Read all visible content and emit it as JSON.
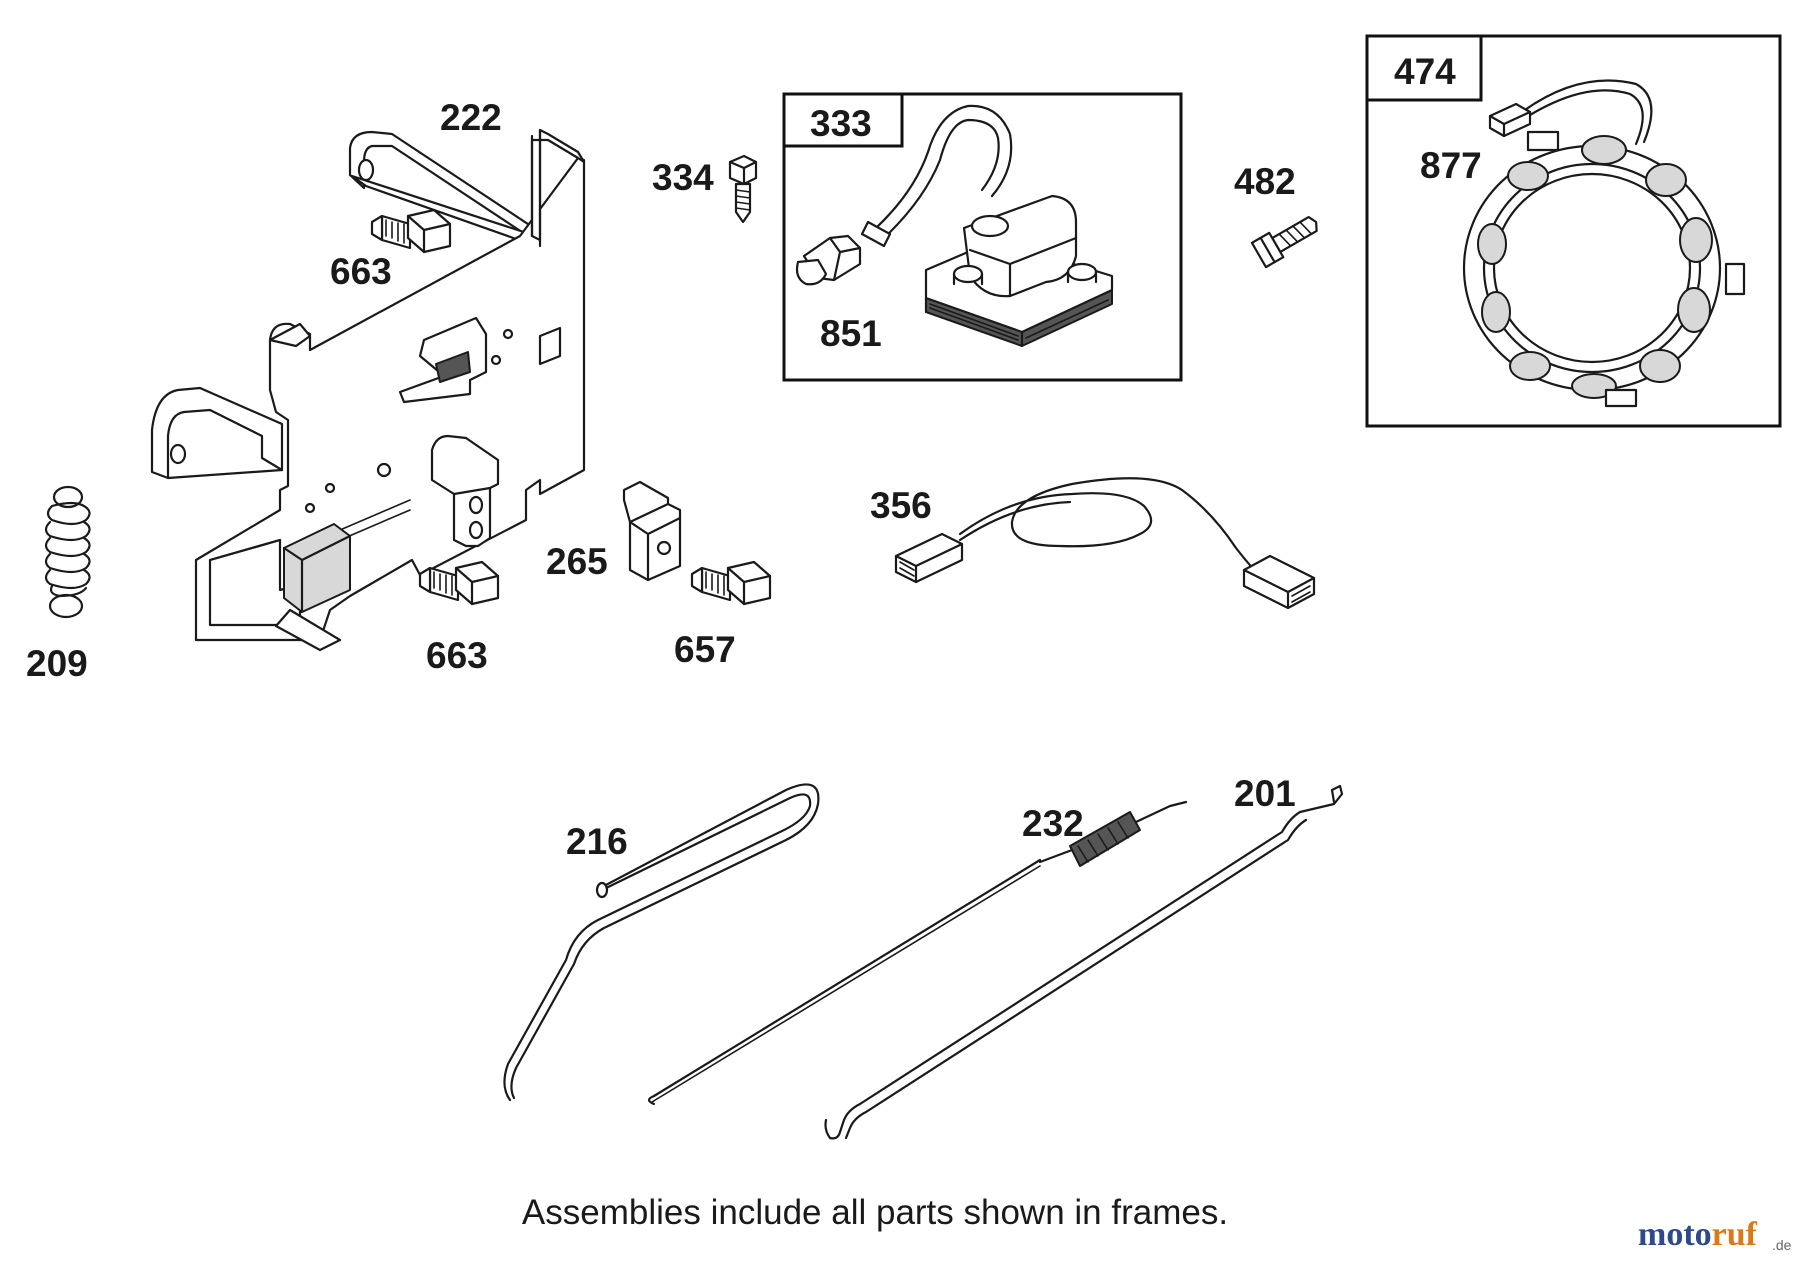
{
  "labels": {
    "l222": "222",
    "l663a": "663",
    "l209": "209",
    "l663b": "663",
    "l265": "265",
    "l657": "657",
    "l334": "334",
    "l333": "333",
    "l851": "851",
    "l482": "482",
    "l474": "474",
    "l877": "877",
    "l356": "356",
    "l216": "216",
    "l232": "232",
    "l201": "201"
  },
  "caption": "Assemblies include all parts shown in frames.",
  "watermark": {
    "part1": "moto",
    "part2": "ruf",
    "suffix": ".de",
    "colors": {
      "part1": "#2e4a8a",
      "part2": "#d97a1a"
    }
  }
}
